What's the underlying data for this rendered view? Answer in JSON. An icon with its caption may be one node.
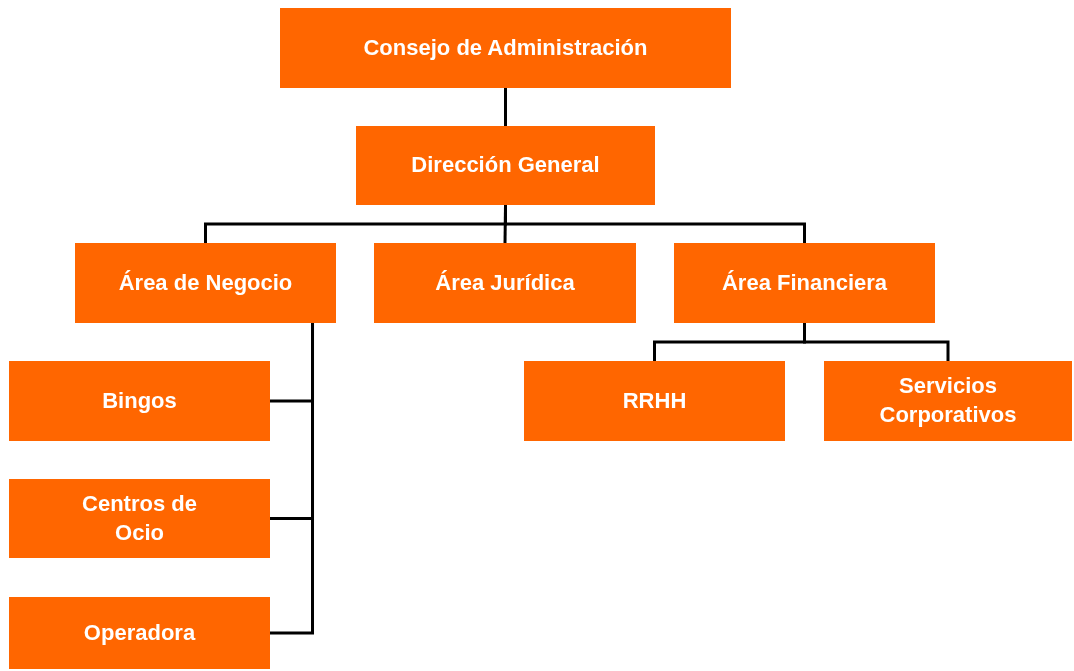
{
  "diagram": {
    "nodes": [
      {
        "text": [
          "Consejo de Administración"
        ]
      },
      {
        "text": [
          "Dirección General"
        ]
      },
      {
        "text": [
          "Área de Negocio"
        ]
      },
      {
        "text": [
          "Área Jurídica"
        ]
      },
      {
        "text": [
          "Área Financiera"
        ]
      },
      {
        "text": [
          "Bingos"
        ]
      },
      {
        "text": [
          "Centros de Ocio"
        ]
      },
      {
        "text": [
          "Operadora"
        ]
      },
      {
        "text": [
          "RRHH"
        ]
      },
      {
        "text": [
          "Servicios Corporativos"
        ]
      }
    ],
    "edges": [
      {
        "from": 0,
        "to": 1,
        "arrow": "none"
      },
      {
        "from": 1,
        "to": 2,
        "arrow": "none"
      },
      {
        "from": 1,
        "to": 3,
        "arrow": "none"
      },
      {
        "from": 1,
        "to": 4,
        "arrow": "none"
      },
      {
        "from": 2,
        "to": 5,
        "arrow": "none"
      },
      {
        "from": 2,
        "to": 6,
        "arrow": "none"
      },
      {
        "from": 2,
        "to": 7,
        "arrow": "none"
      },
      {
        "from": 4,
        "to": 8,
        "arrow": "none"
      },
      {
        "from": 4,
        "to": 9,
        "arrow": "none"
      }
    ]
  }
}
